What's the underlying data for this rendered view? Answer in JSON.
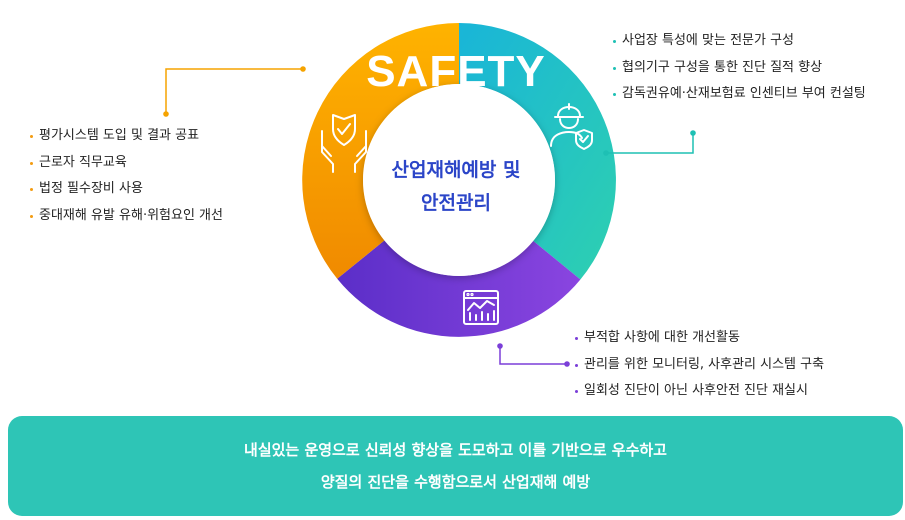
{
  "diagram": {
    "ring_label": "SAFETY",
    "center_title_line1": "산업재해예방 및",
    "center_title_line2": "안전관리",
    "segments": [
      {
        "key": "orange",
        "color": "#f5a300",
        "icon": "hands-shield-icon"
      },
      {
        "key": "teal",
        "color": "#1ec0b4",
        "icon": "worker-helmet-icon"
      },
      {
        "key": "purple",
        "color": "#7b3fd8",
        "icon": "monitoring-chart-icon"
      }
    ],
    "left_list": [
      "평가시스템 도입 및 결과 공표",
      "근로자 직무교육",
      "법정 필수장비 사용",
      "중대재해 유발 유해·위험요인 개선"
    ],
    "top_right_list": [
      "사업장 특성에 맞는 전문가 구성",
      "협의기구 구성을 통한 진단 질적 향상",
      "감독권유예·산재보험료 인센티브 부여 컨설팅"
    ],
    "bottom_right_list": [
      "부적합 사항에 대한 개선활동",
      "관리를 위한 모니터링, 사후관리 시스템 구축",
      "일회성 진단이 아닌 사후안전 진단 재실시"
    ]
  },
  "banner": {
    "line1": "내실있는 운영으로 신뢰성 향상을 도모하고 이를 기반으로 우수하고",
    "line2": "양질의 진단을 수행함으로서 산업재해 예방"
  }
}
